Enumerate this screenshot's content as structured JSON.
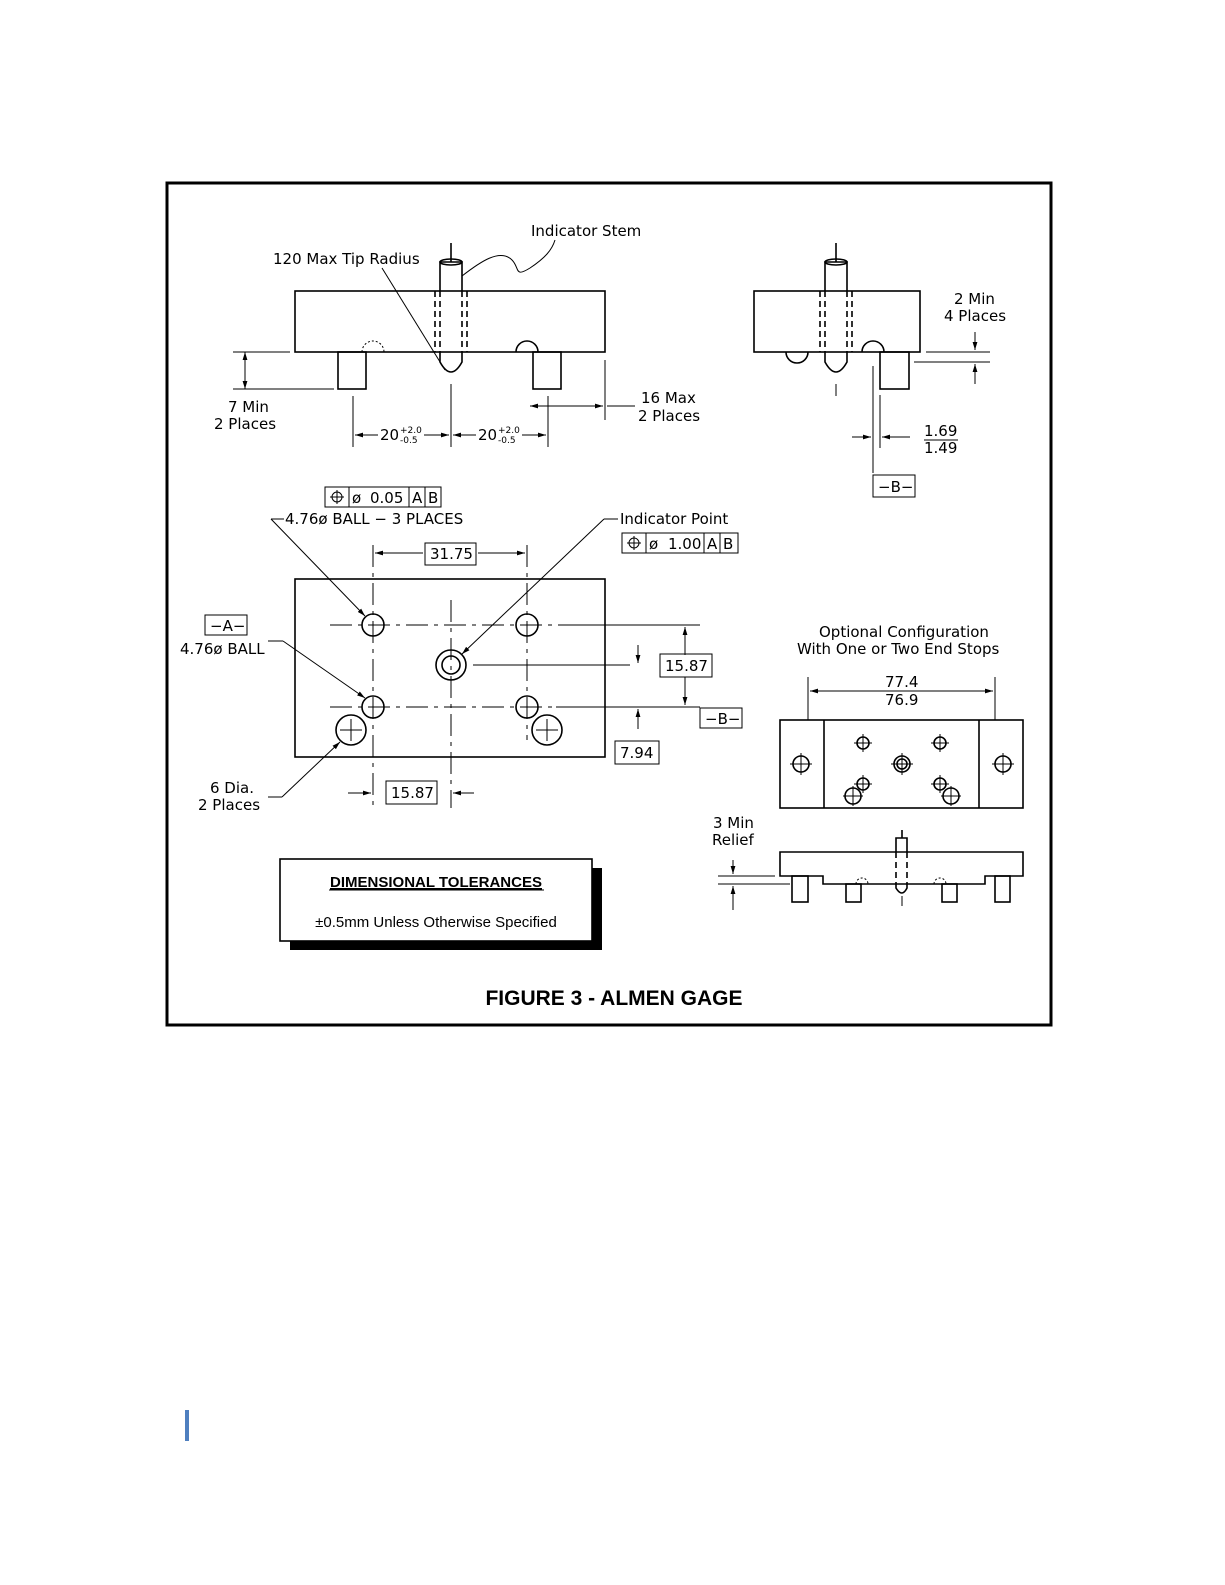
{
  "figure": {
    "title": "FIGURE 3 - ALMEN GAGE",
    "tolerance_box": {
      "heading": "DIMENSIONAL TOLERANCES",
      "note": "±0.5mm Unless Otherwise Specified"
    }
  },
  "front_view": {
    "indicator_stem": "Indicator Stem",
    "tip_radius": "120 Max Tip Radius",
    "min_height_1": "7 Min",
    "min_height_2": "2 Places",
    "max_width_1": "16 Max",
    "max_width_2": "2 Places",
    "spacing_base": "20",
    "spacing_upper": "+2.0",
    "spacing_lower": "-0.5"
  },
  "side_view": {
    "min_1": "2 Min",
    "min_2": "4 Places",
    "offset_upper": "1.69",
    "offset_lower": "1.49",
    "datum_b": "−B−"
  },
  "top_view": {
    "fcf_ball_value": "0.05",
    "fcf_ball_ref_a": "A",
    "fcf_ball_ref_b": "B",
    "ball_note": "4.76ø BALL − 3 PLACES",
    "indicator_point": "Indicator Point",
    "fcf_point_value": "1.00",
    "fcf_point_ref_a": "A",
    "fcf_point_ref_b": "B",
    "dim_ball_spacing": "31.75",
    "datum_a": "−A−",
    "ball_a_note": "4.76ø BALL",
    "dim_vertical": "15.87",
    "datum_b": "−B−",
    "dim_offset": "7.94",
    "dim_horizontal": "15.87",
    "hole_1": "6 Dia.",
    "hole_2": "2 Places",
    "diameter_symbol": "ø"
  },
  "optional_view": {
    "caption_1": "Optional Configuration",
    "caption_2": "With One or Two End Stops",
    "length_upper": "77.4",
    "length_lower": "76.9",
    "relief_1": "3 Min",
    "relief_2": "Relief"
  }
}
